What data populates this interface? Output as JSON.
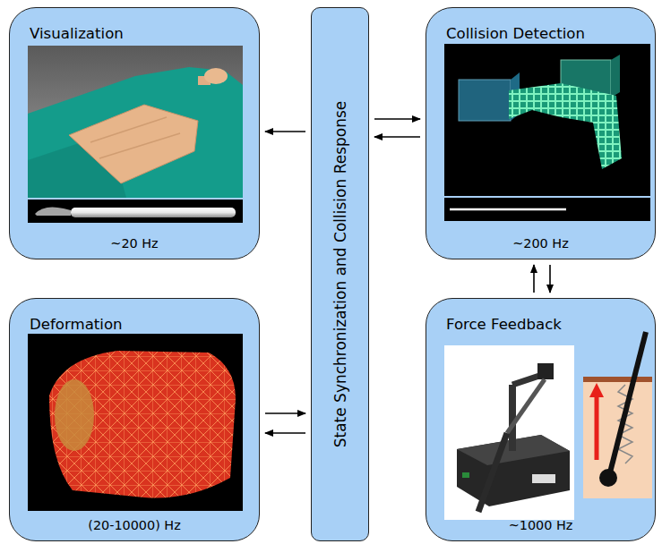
{
  "diagram": {
    "nodes": [
      {
        "text": [
          "Visualization",
          "~20 Hz"
        ]
      },
      {
        "text": [
          "State Synchronization and Collision Response"
        ]
      },
      {
        "text": [
          "Collision Detection",
          "~200 Hz"
        ]
      },
      {
        "text": [
          "Deformation",
          "(20-10000) Hz"
        ]
      },
      {
        "text": [
          "Force Feedback",
          "~1000 Hz"
        ]
      }
    ],
    "edges": [
      {
        "from": 1,
        "to": 0,
        "arrow": "to"
      },
      {
        "from": 1,
        "to": 2,
        "arrow": "to"
      },
      {
        "from": 2,
        "to": 1,
        "arrow": "to"
      },
      {
        "from": 4,
        "to": 2,
        "arrow": "to"
      },
      {
        "from": 2,
        "to": 4,
        "arrow": "to"
      },
      {
        "from": 3,
        "to": 1,
        "arrow": "to"
      },
      {
        "from": 1,
        "to": 3,
        "arrow": "to"
      }
    ]
  }
}
